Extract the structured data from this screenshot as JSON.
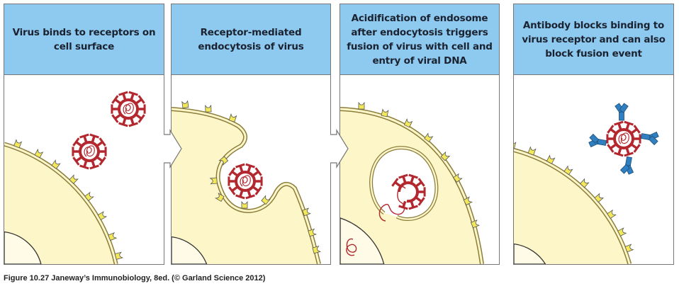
{
  "panels": [
    {
      "title": "Virus binds to receptors on cell surface"
    },
    {
      "title": "Receptor-mediated endocytosis of virus"
    },
    {
      "title": "Acidification of endosome after endocytosis triggers fusion of virus with cell and entry of viral DNA"
    },
    {
      "title": "Antibody blocks binding to virus receptor and can also block fusion event"
    }
  ],
  "caption": "Figure 10.27  Janeway’s Immunobiology, 8ed. (© Garland Science 2012)",
  "colors": {
    "header": "#8ec9f0",
    "cell": "#fdf6c8",
    "virus": "#b3282f",
    "receptor": "#f3e85a",
    "antibody": "#2f7fc1"
  },
  "icons": [
    "virus-icon",
    "receptor-icon",
    "antibody-icon",
    "arrow-right-icon"
  ]
}
